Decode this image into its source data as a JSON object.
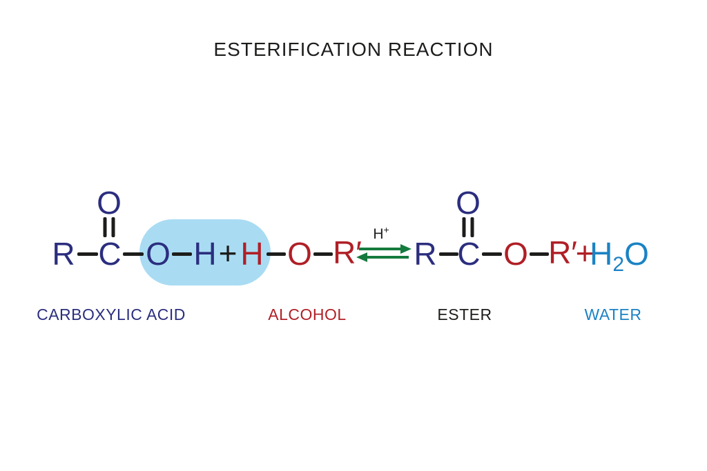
{
  "title": "ESTERIFICATION REACTION",
  "acid": {
    "r": "R",
    "c": "C",
    "o_carbonyl": "O",
    "o_hydroxyl": "O",
    "h": "H",
    "label": "CARBOXYLIC ACID"
  },
  "plus_left": "+",
  "alcohol": {
    "h": "H",
    "o": "O",
    "r_prime": "R′",
    "label": "ALCOHOL"
  },
  "catalyst": {
    "symbol": "H",
    "charge": "+"
  },
  "ester": {
    "r": "R",
    "c": "C",
    "o_carbonyl": "O",
    "o_ester": "O",
    "r_prime": "R′",
    "label": "ESTER"
  },
  "plus_right": "+",
  "water": {
    "h": "H",
    "count": "2",
    "o": "O",
    "label": "WATER"
  },
  "colors": {
    "acid_navy": "#2b2e7e",
    "alcohol_red": "#b01f26",
    "water_blue": "#1b82c4",
    "arrow_green": "#157a3e",
    "highlight_blue": "#a9dcf3",
    "ink_black": "#1d1d1b",
    "background": "#ffffff"
  }
}
